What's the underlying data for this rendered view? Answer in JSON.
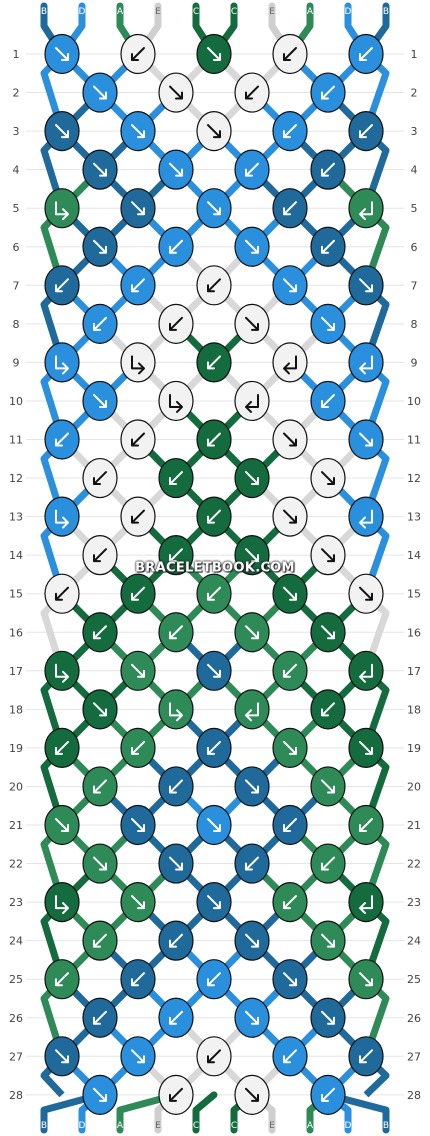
{
  "colors": {
    "B": "#1f6a9a",
    "D": "#2a90dd",
    "A": "#2e8b57",
    "E": "#f2f2f2",
    "C": "#136b3e"
  },
  "strands_top": [
    "B",
    "D",
    "A",
    "E",
    "C",
    "C",
    "E",
    "A",
    "D",
    "B"
  ],
  "strands_bottom": [
    "B",
    "D",
    "A",
    "E",
    "C",
    "C",
    "E",
    "A",
    "D",
    "B"
  ],
  "row_numbers": [
    "1",
    "2",
    "3",
    "4",
    "5",
    "6",
    "7",
    "8",
    "9",
    "10",
    "11",
    "12",
    "13",
    "14",
    "15",
    "16",
    "17",
    "18",
    "19",
    "20",
    "21",
    "22",
    "23",
    "24",
    "25",
    "26",
    "27",
    "28"
  ],
  "rows": [
    [
      [
        "D",
        "dr"
      ],
      [
        "E",
        "dl"
      ],
      [
        "C",
        "dr"
      ],
      [
        "E",
        "dl"
      ],
      [
        "D",
        "dl"
      ]
    ],
    [
      [
        "D",
        "dr"
      ],
      [
        "E",
        "dr"
      ],
      [
        "E",
        "dl"
      ],
      [
        "D",
        "dl"
      ]
    ],
    [
      [
        "B",
        "dr"
      ],
      [
        "D",
        "dr"
      ],
      [
        "E",
        "dr"
      ],
      [
        "D",
        "dl"
      ],
      [
        "B",
        "dl"
      ]
    ],
    [
      [
        "B",
        "dr"
      ],
      [
        "D",
        "dr"
      ],
      [
        "D",
        "dl"
      ],
      [
        "B",
        "dl"
      ]
    ],
    [
      [
        "A",
        "fr"
      ],
      [
        "B",
        "dr"
      ],
      [
        "D",
        "dr"
      ],
      [
        "B",
        "dl"
      ],
      [
        "A",
        "fl"
      ]
    ],
    [
      [
        "B",
        "dr"
      ],
      [
        "D",
        "dl"
      ],
      [
        "D",
        "dr"
      ],
      [
        "B",
        "dl"
      ]
    ],
    [
      [
        "B",
        "dl"
      ],
      [
        "D",
        "dl"
      ],
      [
        "E",
        "dl"
      ],
      [
        "D",
        "dr"
      ],
      [
        "B",
        "dr"
      ]
    ],
    [
      [
        "D",
        "dl"
      ],
      [
        "E",
        "dl"
      ],
      [
        "E",
        "dr"
      ],
      [
        "D",
        "dr"
      ]
    ],
    [
      [
        "D",
        "fr"
      ],
      [
        "E",
        "fr"
      ],
      [
        "C",
        "dl"
      ],
      [
        "E",
        "fl"
      ],
      [
        "D",
        "fl"
      ]
    ],
    [
      [
        "D",
        "dr"
      ],
      [
        "E",
        "fr"
      ],
      [
        "E",
        "fl"
      ],
      [
        "D",
        "dl"
      ]
    ],
    [
      [
        "D",
        "dl"
      ],
      [
        "E",
        "dl"
      ],
      [
        "C",
        "dl"
      ],
      [
        "E",
        "dr"
      ],
      [
        "D",
        "dr"
      ]
    ],
    [
      [
        "E",
        "dl"
      ],
      [
        "C",
        "dl"
      ],
      [
        "C",
        "dr"
      ],
      [
        "E",
        "dr"
      ]
    ],
    [
      [
        "D",
        "fr"
      ],
      [
        "E",
        "dl"
      ],
      [
        "C",
        "dl"
      ],
      [
        "E",
        "dr"
      ],
      [
        "D",
        "fl"
      ]
    ],
    [
      [
        "E",
        "dl"
      ],
      [
        "C",
        "dl"
      ],
      [
        "C",
        "dr"
      ],
      [
        "E",
        "dr"
      ]
    ],
    [
      [
        "E",
        "dl"
      ],
      [
        "C",
        "dl"
      ],
      [
        "A",
        "dl"
      ],
      [
        "C",
        "dr"
      ],
      [
        "E",
        "dr"
      ]
    ],
    [
      [
        "C",
        "dl"
      ],
      [
        "A",
        "dl"
      ],
      [
        "A",
        "dr"
      ],
      [
        "C",
        "dr"
      ]
    ],
    [
      [
        "C",
        "fr"
      ],
      [
        "A",
        "dr"
      ],
      [
        "B",
        "dr"
      ],
      [
        "A",
        "dl"
      ],
      [
        "C",
        "fl"
      ]
    ],
    [
      [
        "C",
        "dr"
      ],
      [
        "A",
        "fr"
      ],
      [
        "A",
        "fl"
      ],
      [
        "C",
        "dl"
      ]
    ],
    [
      [
        "C",
        "dl"
      ],
      [
        "A",
        "dl"
      ],
      [
        "B",
        "dl"
      ],
      [
        "A",
        "dr"
      ],
      [
        "C",
        "dr"
      ]
    ],
    [
      [
        "A",
        "dl"
      ],
      [
        "B",
        "dl"
      ],
      [
        "B",
        "dr"
      ],
      [
        "A",
        "dr"
      ]
    ],
    [
      [
        "A",
        "dr"
      ],
      [
        "B",
        "dr"
      ],
      [
        "D",
        "dr"
      ],
      [
        "B",
        "dl"
      ],
      [
        "A",
        "dl"
      ]
    ],
    [
      [
        "A",
        "dr"
      ],
      [
        "B",
        "dr"
      ],
      [
        "B",
        "dl"
      ],
      [
        "A",
        "dl"
      ]
    ],
    [
      [
        "C",
        "fr"
      ],
      [
        "A",
        "dr"
      ],
      [
        "B",
        "dr"
      ],
      [
        "A",
        "dl"
      ],
      [
        "C",
        "fl"
      ]
    ],
    [
      [
        "A",
        "dl"
      ],
      [
        "B",
        "dl"
      ],
      [
        "B",
        "dr"
      ],
      [
        "A",
        "dr"
      ]
    ],
    [
      [
        "A",
        "dl"
      ],
      [
        "B",
        "dl"
      ],
      [
        "D",
        "dl"
      ],
      [
        "B",
        "dr"
      ],
      [
        "A",
        "dr"
      ]
    ],
    [
      [
        "B",
        "dl"
      ],
      [
        "D",
        "dl"
      ],
      [
        "D",
        "dr"
      ],
      [
        "B",
        "dr"
      ]
    ],
    [
      [
        "B",
        "dr"
      ],
      [
        "D",
        "dr"
      ],
      [
        "E",
        "dl"
      ],
      [
        "D",
        "dl"
      ],
      [
        "B",
        "dl"
      ]
    ],
    [
      [
        "D",
        "dr"
      ],
      [
        "E",
        "dl"
      ],
      [
        "E",
        "dr"
      ],
      [
        "D",
        "dl"
      ]
    ]
  ],
  "watermark": "BRACELETBOOK.COM"
}
